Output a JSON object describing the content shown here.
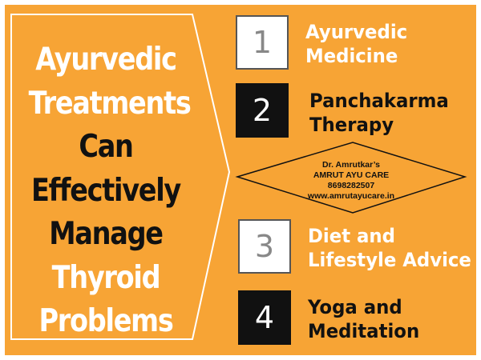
{
  "headline": {
    "lines": [
      {
        "text": "Ayurvedic",
        "color": "#ffffff"
      },
      {
        "text": "Treatments",
        "color": "#ffffff"
      },
      {
        "text": "Can",
        "color": "#111111"
      },
      {
        "text": "Effectively",
        "color": "#111111"
      },
      {
        "text": "Manage",
        "color": "#111111"
      },
      {
        "text": "Thyroid",
        "color": "#ffffff"
      },
      {
        "text": "Problems",
        "color": "#ffffff"
      }
    ]
  },
  "items": [
    {
      "number": "1",
      "line1": "Ayurvedic",
      "line2": "Medicine",
      "box_style": "light",
      "text_color": "#ffffff"
    },
    {
      "number": "2",
      "line1": "Panchakarma",
      "line2": "Therapy",
      "box_style": "dark",
      "text_color": "#111111"
    },
    {
      "number": "3",
      "line1": "Diet and",
      "line2": "Lifestyle Advice",
      "box_style": "light",
      "text_color": "#ffffff"
    },
    {
      "number": "4",
      "line1": "Yoga and",
      "line2": "Meditation",
      "box_style": "dark",
      "text_color": "#111111"
    }
  ],
  "contact": {
    "name": "Dr. Amrutkar’s",
    "clinic": "AMRUT AYU CARE",
    "phone": "8698282507",
    "website": "www.amrutayucare.in"
  },
  "colors": {
    "background": "#f7a435",
    "frame": "#ffffff",
    "dark": "#111111",
    "light_box_border": "#555555",
    "light_number": "#888888"
  }
}
